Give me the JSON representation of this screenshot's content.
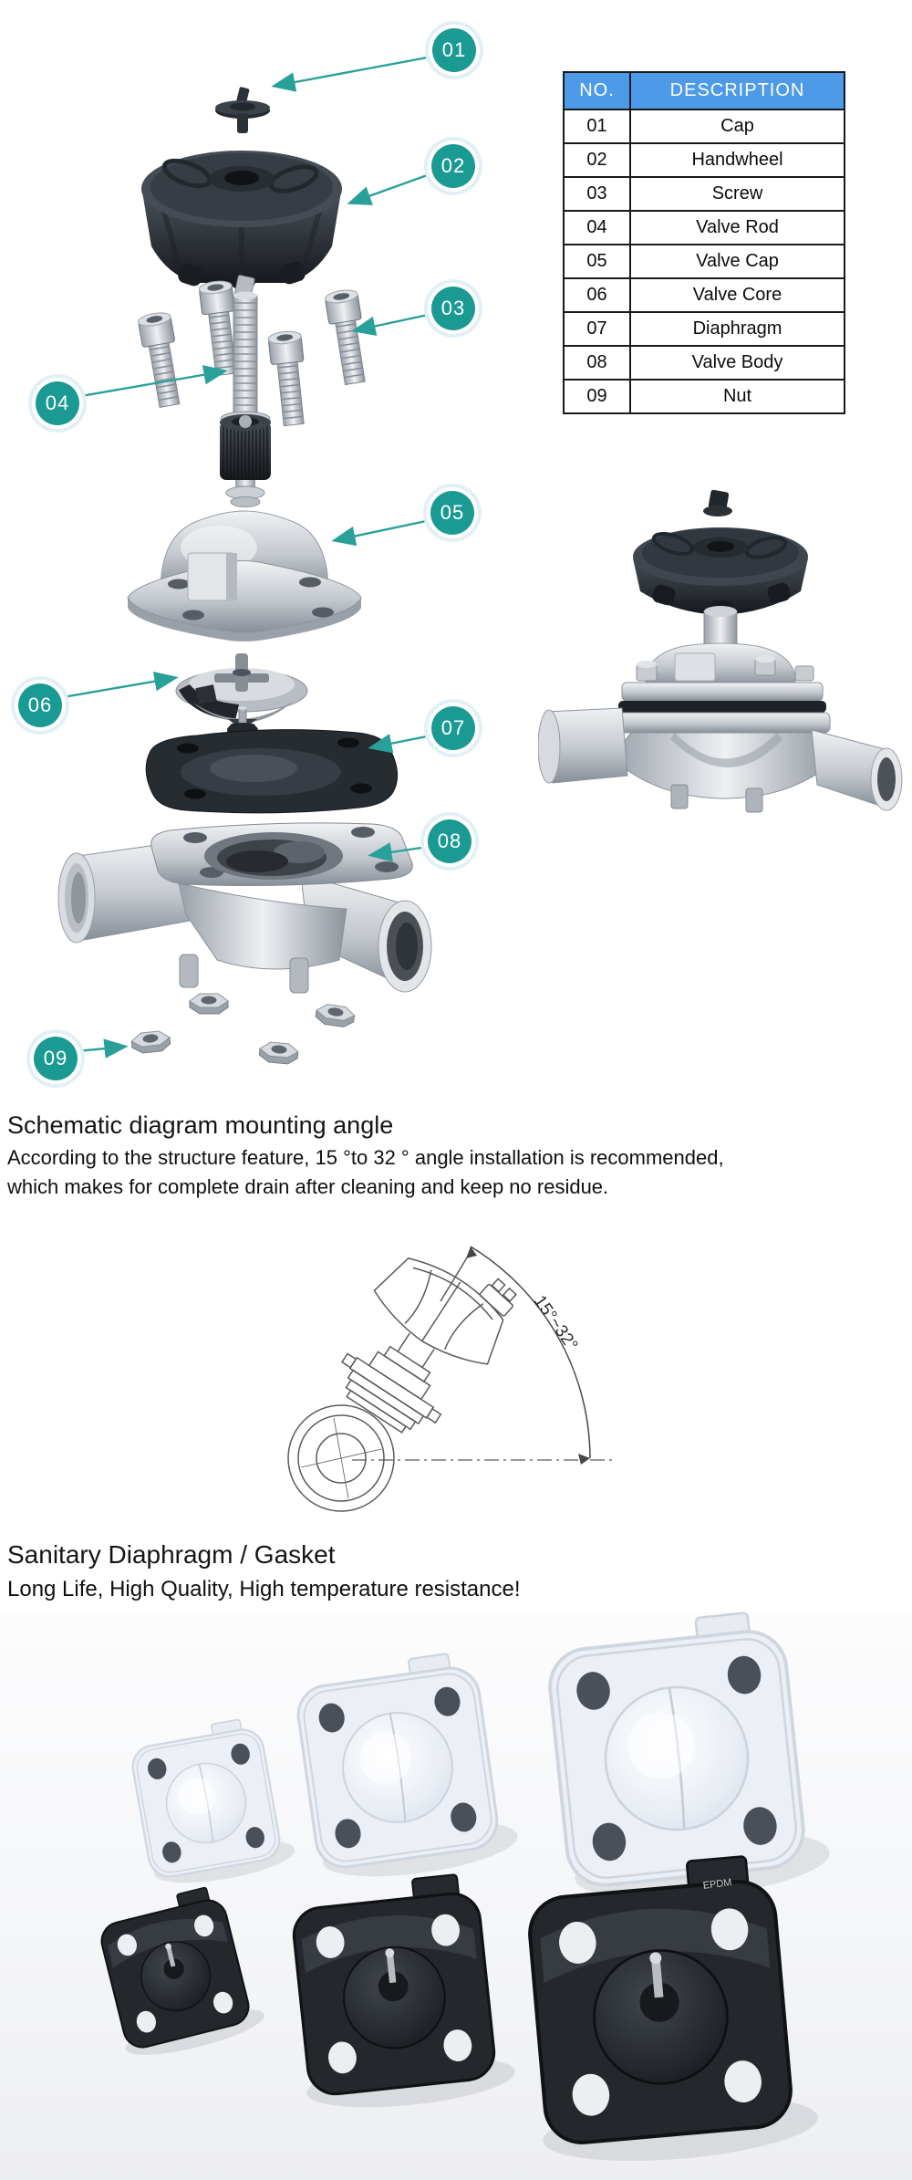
{
  "colors": {
    "accent_teal": "#1a9a93",
    "callout_halo": "#e2f0f6",
    "table_header_bg": "#4d9ae9",
    "table_header_text": "#ffffff",
    "table_border": "#1a1a1a",
    "text": "#121212"
  },
  "exploded_view": {
    "callouts": [
      "01",
      "02",
      "03",
      "04",
      "05",
      "06",
      "07",
      "08",
      "09"
    ]
  },
  "parts_table": {
    "headers": [
      "NO.",
      "DESCRIPTION"
    ],
    "rows": [
      [
        "01",
        "Cap"
      ],
      [
        "02",
        "Handwheel"
      ],
      [
        "03",
        "Screw"
      ],
      [
        "04",
        "Valve Rod"
      ],
      [
        "05",
        "Valve Cap"
      ],
      [
        "06",
        "Valve Core"
      ],
      [
        "07",
        "Diaphragm"
      ],
      [
        "08",
        "Valve Body"
      ],
      [
        "09",
        "Nut"
      ]
    ]
  },
  "mounting_section": {
    "heading": "Schematic diagram mounting angle",
    "body_line1": "According to the structure feature, 15 °to 32 ° angle installation is recommended,",
    "body_line2": "which makes for complete drain after cleaning and keep no residue.",
    "angle_label": "15°~32°"
  },
  "gasket_section": {
    "heading": "Sanitary Diaphragm / Gasket",
    "subheading": "Long Life, High Quality, High temperature resistance!",
    "material_label": "EPDM"
  }
}
